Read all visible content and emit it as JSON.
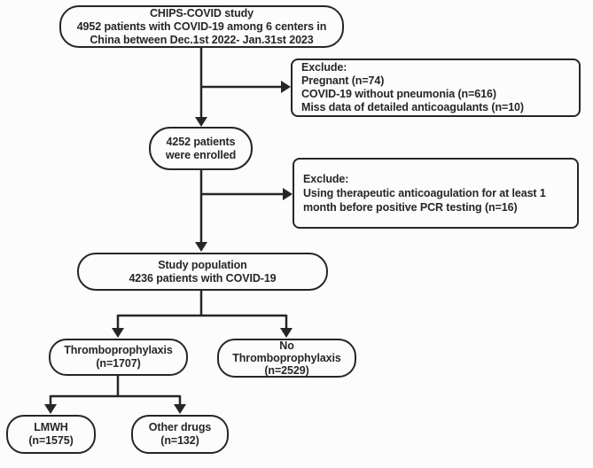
{
  "colors": {
    "ink": "#262626",
    "background": "#fcfcfc"
  },
  "nodes": {
    "study": {
      "lines": [
        "CHIPS-COVID study",
        "4952 patients with COVID-19 among 6 centers in",
        "China between Dec.1st 2022- Jan.31st 2023"
      ]
    },
    "exclude_1": {
      "lines": [
        "Exclude:",
        "Pregnant (n=74)",
        "COVID-19 without pneumonia (n=616)",
        "Miss data of detailed anticoagulants (n=10)"
      ]
    },
    "enrolled": {
      "lines": [
        "4252 patients",
        "were enrolled"
      ]
    },
    "exclude_2": {
      "lines": [
        "Exclude:",
        "Using therapeutic anticoagulation for at least 1",
        "month before positive PCR testing (n=16)"
      ]
    },
    "study_population": {
      "lines": [
        "Study population",
        "4236 patients with COVID-19"
      ]
    },
    "thromboprophylaxis": {
      "lines": [
        "Thromboprophylaxis",
        "(n=1707)"
      ]
    },
    "no_thromboprophylaxis": {
      "lines": [
        "No",
        "Thromboprophylaxis",
        "(n=2529)"
      ]
    },
    "lmwh": {
      "lines": [
        "LMWH",
        "(n=1575)"
      ]
    },
    "other_drugs": {
      "lines": [
        "Other drugs",
        "(n=132)"
      ]
    }
  }
}
